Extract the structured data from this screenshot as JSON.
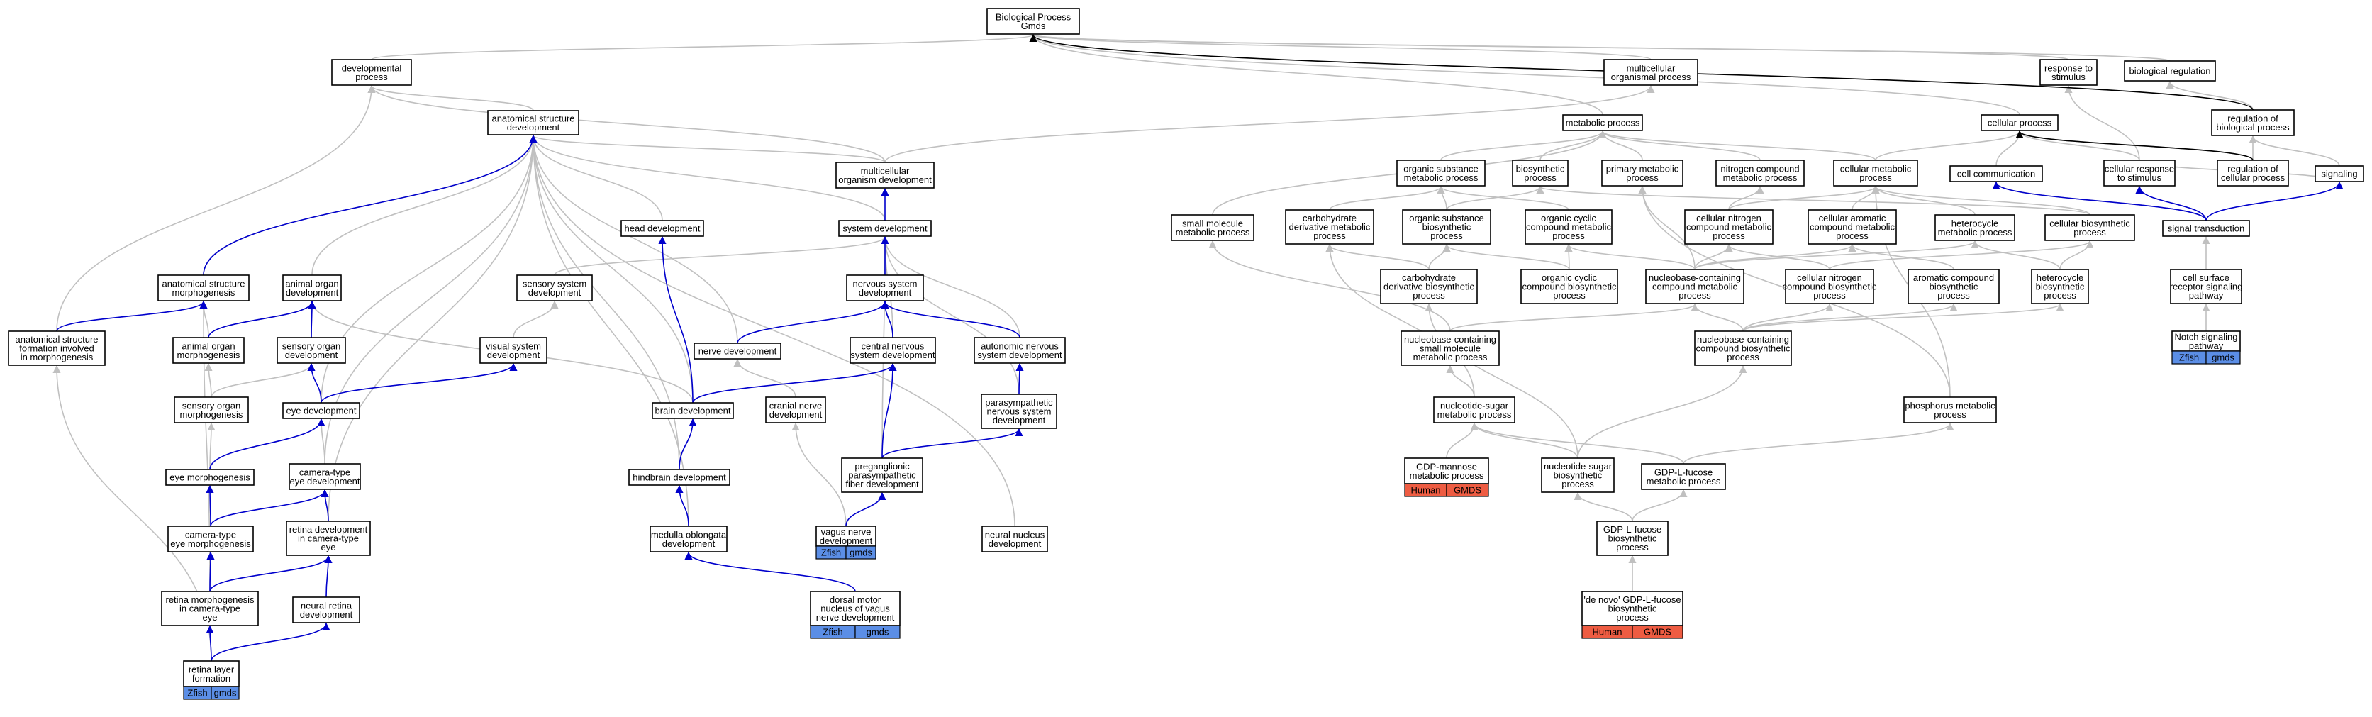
{
  "colors": {
    "gray_edge": "#c0c0c0",
    "blue_edge": "#0000cc",
    "black_edge": "#000000",
    "zfish_badge": "#5b8ee6",
    "human_badge": "#ee5c42",
    "badge_text_dark": "#000000"
  },
  "nodes": {
    "bp": {
      "lines": [
        "Biological Process",
        "Gmds"
      ]
    },
    "dev": {
      "lines": [
        "developmental",
        "process"
      ]
    },
    "mop": {
      "lines": [
        "multicellular",
        "organismal process"
      ]
    },
    "rts": {
      "lines": [
        "response to",
        "stimulus"
      ]
    },
    "breg": {
      "lines": [
        "biological regulation"
      ]
    },
    "asd": {
      "lines": [
        "anatomical structure",
        "development"
      ]
    },
    "metp": {
      "lines": [
        "metabolic process"
      ]
    },
    "cellp": {
      "lines": [
        "cellular process"
      ]
    },
    "rbp": {
      "lines": [
        "regulation of",
        "biological process"
      ]
    },
    "mod": {
      "lines": [
        "multicellular",
        "organism development"
      ]
    },
    "osmp": {
      "lines": [
        "organic substance",
        "metabolic process"
      ]
    },
    "biosyn": {
      "lines": [
        "biosynthetic",
        "process"
      ]
    },
    "pmp": {
      "lines": [
        "primary metabolic",
        "process"
      ]
    },
    "ncmp": {
      "lines": [
        "nitrogen compound",
        "metabolic process"
      ]
    },
    "cmp": {
      "lines": [
        "cellular metabolic",
        "process"
      ]
    },
    "cellcomm": {
      "lines": [
        "cell communication"
      ]
    },
    "crs": {
      "lines": [
        "cellular response",
        "to stimulus"
      ]
    },
    "rcp": {
      "lines": [
        "regulation of",
        "cellular process"
      ]
    },
    "signaling": {
      "lines": [
        "signaling"
      ]
    },
    "headdev": {
      "lines": [
        "head development"
      ]
    },
    "sysdev": {
      "lines": [
        "system development"
      ]
    },
    "smmp": {
      "lines": [
        "small molecule",
        "metabolic process"
      ]
    },
    "cdmp": {
      "lines": [
        "carbohydrate",
        "derivative metabolic",
        "process"
      ]
    },
    "osbp": {
      "lines": [
        "organic substance",
        "biosynthetic",
        "process"
      ]
    },
    "occmp": {
      "lines": [
        "organic cyclic",
        "compound metabolic",
        "process"
      ]
    },
    "cncmp": {
      "lines": [
        "cellular nitrogen",
        "compound metabolic",
        "process"
      ]
    },
    "cacmp": {
      "lines": [
        "cellular aromatic",
        "compound metabolic",
        "process"
      ]
    },
    "hetmp": {
      "lines": [
        "heterocycle",
        "metabolic process"
      ]
    },
    "cbp": {
      "lines": [
        "cellular biosynthetic",
        "process"
      ]
    },
    "sigtrans": {
      "lines": [
        "signal transduction"
      ]
    },
    "asm": {
      "lines": [
        "anatomical structure",
        "morphogenesis"
      ]
    },
    "aod": {
      "lines": [
        "animal organ",
        "development"
      ]
    },
    "ssd": {
      "lines": [
        "sensory system",
        "development"
      ]
    },
    "nsd": {
      "lines": [
        "nervous system",
        "development"
      ]
    },
    "cdbp": {
      "lines": [
        "carbohydrate",
        "derivative biosynthetic",
        "process"
      ]
    },
    "occbp": {
      "lines": [
        "organic cyclic",
        "compound biosynthetic",
        "process"
      ]
    },
    "nbcmp": {
      "lines": [
        "nucleobase-containing",
        "compound metabolic",
        "process"
      ]
    },
    "cncbp": {
      "lines": [
        "cellular nitrogen",
        "compound biosynthetic",
        "process"
      ]
    },
    "acbp": {
      "lines": [
        "aromatic compound",
        "biosynthetic",
        "process"
      ]
    },
    "hetbp": {
      "lines": [
        "heterocycle",
        "biosynthetic",
        "process"
      ]
    },
    "csrsp": {
      "lines": [
        "cell surface",
        "receptor signaling",
        "pathway"
      ]
    },
    "asfm": {
      "lines": [
        "anatomical structure",
        "formation involved",
        "in morphogenesis"
      ]
    },
    "aom": {
      "lines": [
        "animal organ",
        "morphogenesis"
      ]
    },
    "sod": {
      "lines": [
        "sensory organ",
        "development"
      ]
    },
    "vsd": {
      "lines": [
        "visual system",
        "development"
      ]
    },
    "nerved": {
      "lines": [
        "nerve development"
      ]
    },
    "cnsd": {
      "lines": [
        "central nervous",
        "system development"
      ]
    },
    "ansd": {
      "lines": [
        "autonomic nervous",
        "system development"
      ]
    },
    "nbcsmmp": {
      "lines": [
        "nucleobase-containing",
        "small molecule",
        "metabolic process"
      ]
    },
    "nbcbp": {
      "lines": [
        "nucleobase-containing",
        "compound biosynthetic",
        "process"
      ]
    },
    "notch": {
      "lines": [
        "Notch signaling",
        "pathway"
      ],
      "badges": [
        "Zfish",
        "gmds"
      ]
    },
    "som": {
      "lines": [
        "sensory organ",
        "morphogenesis"
      ]
    },
    "eyed": {
      "lines": [
        "eye development"
      ]
    },
    "braind": {
      "lines": [
        "brain development"
      ]
    },
    "cranial": {
      "lines": [
        "cranial nerve",
        "development"
      ]
    },
    "psnsd": {
      "lines": [
        "parasympathetic",
        "nervous system",
        "development"
      ]
    },
    "nsmp": {
      "lines": [
        "nucleotide-sugar",
        "metabolic process"
      ]
    },
    "phos": {
      "lines": [
        "phosphorus metabolic",
        "process"
      ]
    },
    "eyem": {
      "lines": [
        "eye morphogenesis"
      ]
    },
    "cted": {
      "lines": [
        "camera-type",
        "eye development"
      ]
    },
    "hindbrain": {
      "lines": [
        "hindbrain development"
      ]
    },
    "ppfd": {
      "lines": [
        "preganglionic",
        "parasympathetic",
        "fiber development"
      ]
    },
    "gdpmm": {
      "lines": [
        "GDP-mannose",
        "metabolic process"
      ],
      "badges": [
        "Human",
        "GMDS"
      ]
    },
    "nsbp": {
      "lines": [
        "nucleotide-sugar",
        "biosynthetic",
        "process"
      ]
    },
    "gdpfmp": {
      "lines": [
        "GDP-L-fucose",
        "metabolic process"
      ]
    },
    "ctem": {
      "lines": [
        "camera-type",
        "eye morphogenesis"
      ]
    },
    "rdcte": {
      "lines": [
        "retina development",
        "in camera-type",
        "eye"
      ]
    },
    "medulla": {
      "lines": [
        "medulla oblongata",
        "development"
      ]
    },
    "vagus": {
      "lines": [
        "vagus nerve",
        "development"
      ],
      "badges": [
        "Zfish",
        "gmds"
      ]
    },
    "nnd": {
      "lines": [
        "neural nucleus",
        "development"
      ]
    },
    "gdpfbp": {
      "lines": [
        "GDP-L-fucose",
        "biosynthetic",
        "process"
      ]
    },
    "rmcte": {
      "lines": [
        "retina morphogenesis",
        "in camera-type",
        "eye"
      ]
    },
    "nrd": {
      "lines": [
        "neural retina",
        "development"
      ]
    },
    "dmnv": {
      "lines": [
        "dorsal motor",
        "nucleus of vagus",
        "nerve development"
      ],
      "badges": [
        "Zfish",
        "gmds"
      ]
    },
    "denovo": {
      "lines": [
        "'de novo' GDP-L-fucose",
        "biosynthetic",
        "process"
      ],
      "badges": [
        "Human",
        "GMDS"
      ]
    },
    "rlf": {
      "lines": [
        "retina layer",
        "formation"
      ],
      "badges": [
        "Zfish",
        "gmds"
      ]
    }
  },
  "edges": {
    "gray": [
      [
        "dev",
        "bp"
      ],
      [
        "mop",
        "bp"
      ],
      [
        "rts",
        "bp"
      ],
      [
        "breg",
        "bp"
      ],
      [
        "cellp",
        "bp"
      ],
      [
        "metp",
        "bp"
      ],
      [
        "asd",
        "dev"
      ],
      [
        "mod",
        "dev"
      ],
      [
        "mod",
        "mop"
      ],
      [
        "mod",
        "asd"
      ],
      [
        "sysdev",
        "asd"
      ],
      [
        "headdev",
        "asd"
      ],
      [
        "asm",
        "asd"
      ],
      [
        "aod",
        "asd"
      ],
      [
        "nerved",
        "asd"
      ],
      [
        "braind",
        "asd"
      ],
      [
        "hindbrain",
        "asd"
      ],
      [
        "nnd",
        "asd"
      ],
      [
        "eyed",
        "asd"
      ],
      [
        "cted",
        "asd"
      ],
      [
        "rdcte",
        "asd"
      ],
      [
        "asfm",
        "dev"
      ],
      [
        "aom",
        "aod"
      ],
      [
        "aom",
        "asm"
      ],
      [
        "sod",
        "aod"
      ],
      [
        "som",
        "sod"
      ],
      [
        "som",
        "aom"
      ],
      [
        "eyem",
        "som"
      ],
      [
        "cted",
        "eyed"
      ],
      [
        "braind",
        "aod"
      ],
      [
        "ssd",
        "sysdev"
      ],
      [
        "vsd",
        "ssd"
      ],
      [
        "cnsd",
        "sysdev"
      ],
      [
        "ansd",
        "sysdev"
      ],
      [
        "cnsd",
        "nsd"
      ],
      [
        "cranial",
        "nerved"
      ],
      [
        "vagus",
        "cranial"
      ],
      [
        "ppfd",
        "sysdev"
      ],
      [
        "psnsd",
        "sysdev"
      ],
      [
        "rmcte",
        "asm"
      ],
      [
        "rlf",
        "asfm"
      ],
      [
        "medulla",
        "asd"
      ],
      [
        "osmp",
        "metp"
      ],
      [
        "biosyn",
        "metp"
      ],
      [
        "pmp",
        "metp"
      ],
      [
        "ncmp",
        "metp"
      ],
      [
        "cmp",
        "metp"
      ],
      [
        "cmp",
        "cellp"
      ],
      [
        "cellcomm",
        "cellp"
      ],
      [
        "crs",
        "cellp"
      ],
      [
        "crs",
        "rts"
      ],
      [
        "rcp",
        "rbp"
      ],
      [
        "rcp",
        "cellp"
      ],
      [
        "signaling",
        "rbp"
      ],
      [
        "rbp",
        "breg"
      ],
      [
        "smmp",
        "metp"
      ],
      [
        "cdmp",
        "osmp"
      ],
      [
        "osbp",
        "osmp"
      ],
      [
        "osbp",
        "biosyn"
      ],
      [
        "occmp",
        "osmp"
      ],
      [
        "cncmp",
        "ncmp"
      ],
      [
        "cncmp",
        "cmp"
      ],
      [
        "cacmp",
        "cmp"
      ],
      [
        "hetmp",
        "cmp"
      ],
      [
        "cbp",
        "cmp"
      ],
      [
        "cbp",
        "biosyn"
      ],
      [
        "cdbp",
        "cdmp"
      ],
      [
        "cdbp",
        "osbp"
      ],
      [
        "occbp",
        "occmp"
      ],
      [
        "occbp",
        "osbp"
      ],
      [
        "nbcmp",
        "cncmp"
      ],
      [
        "nbcmp",
        "occmp"
      ],
      [
        "nbcmp",
        "cacmp"
      ],
      [
        "nbcmp",
        "hetmp"
      ],
      [
        "nbcmp",
        "pmp"
      ],
      [
        "cncbp",
        "cncmp"
      ],
      [
        "cncbp",
        "cbp"
      ],
      [
        "acbp",
        "cacmp"
      ],
      [
        "hetbp",
        "hetmp"
      ],
      [
        "hetbp",
        "cbp"
      ],
      [
        "nbcsmmp",
        "nbcmp"
      ],
      [
        "nbcsmmp",
        "smmp"
      ],
      [
        "nbcbp",
        "nbcmp"
      ],
      [
        "nbcbp",
        "cncbp"
      ],
      [
        "nbcbp",
        "acbp"
      ],
      [
        "nbcbp",
        "hetbp"
      ],
      [
        "nsmp",
        "nbcsmmp"
      ],
      [
        "nsmp",
        "cdmp"
      ],
      [
        "gdpmm",
        "nsmp"
      ],
      [
        "nsbp",
        "nsmp"
      ],
      [
        "nsbp",
        "nbcbp"
      ],
      [
        "nsbp",
        "cdbp"
      ],
      [
        "gdpfmp",
        "nsmp"
      ],
      [
        "gdpfmp",
        "phos"
      ],
      [
        "gdpfbp",
        "nsbp"
      ],
      [
        "gdpfbp",
        "gdpfmp"
      ],
      [
        "denovo",
        "gdpfbp"
      ],
      [
        "phos",
        "cmp"
      ],
      [
        "phos",
        "pmp"
      ],
      [
        "csrsp",
        "sigtrans"
      ],
      [
        "notch",
        "csrsp"
      ],
      [
        "sigtrans",
        "cellcomm"
      ],
      [
        "crs",
        "signaling"
      ]
    ],
    "blue": [
      [
        "asm",
        "asd"
      ],
      [
        "asfm",
        "asm"
      ],
      [
        "aom",
        "aod"
      ],
      [
        "sod",
        "aod"
      ],
      [
        "eyed",
        "sod"
      ],
      [
        "eyed",
        "vsd"
      ],
      [
        "eyem",
        "eyed"
      ],
      [
        "ctem",
        "cted"
      ],
      [
        "ctem",
        "eyem"
      ],
      [
        "rmcte",
        "ctem"
      ],
      [
        "rmcte",
        "rdcte"
      ],
      [
        "rdcte",
        "cted"
      ],
      [
        "nrd",
        "rdcte"
      ],
      [
        "rlf",
        "rmcte"
      ],
      [
        "rlf",
        "nrd"
      ],
      [
        "braind",
        "headdev"
      ],
      [
        "braind",
        "cnsd"
      ],
      [
        "hindbrain",
        "braind"
      ],
      [
        "medulla",
        "hindbrain"
      ],
      [
        "dmnv",
        "medulla"
      ],
      [
        "sysdev",
        "mod"
      ],
      [
        "nsd",
        "sysdev"
      ],
      [
        "nerved",
        "nsd"
      ],
      [
        "cnsd",
        "nsd"
      ],
      [
        "ansd",
        "nsd"
      ],
      [
        "ppfd",
        "cnsd"
      ],
      [
        "ppfd",
        "psnsd"
      ],
      [
        "psnsd",
        "ansd"
      ],
      [
        "vagus",
        "ppfd"
      ],
      [
        "sigtrans",
        "signaling"
      ],
      [
        "sigtrans",
        "crs"
      ],
      [
        "sigtrans",
        "cellcomm"
      ]
    ],
    "black": [
      [
        "rbp",
        "bp"
      ],
      [
        "rcp",
        "cellp"
      ]
    ]
  }
}
